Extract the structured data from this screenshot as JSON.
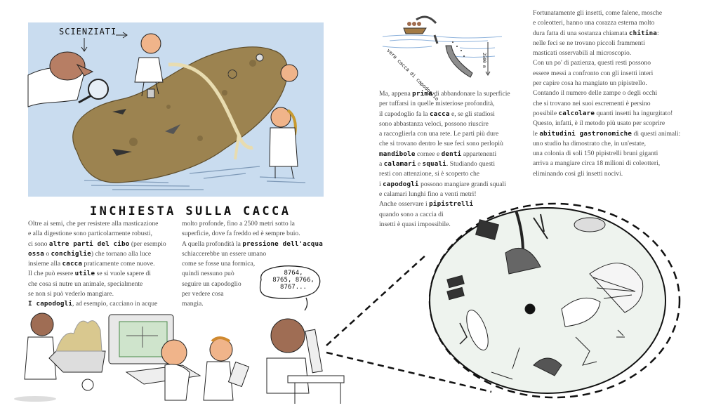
{
  "page": {
    "spread_type": "illustrated book spread",
    "background_color": "#ffffff"
  },
  "top_illustration": {
    "label": "SCIENZIATI",
    "background_color": "#c9dcef",
    "poop_color": "#9c8350",
    "description": "Scientists examining a giant dropping with magnifier, shovel and measuring tape"
  },
  "whale_illustration": {
    "caption": "vera cacca di capodoglio",
    "depth_label": "2500 m",
    "description": "Boat with people on surface, sperm whale diving"
  },
  "title": "INCHIESTA SULLA CACCA",
  "columns": {
    "left": [
      [
        {
          "t": "Oltre ai semi, che per resistere alla masticazione"
        }
      ],
      [
        {
          "t": "e alla digestione sono particolarmente robusti,"
        }
      ],
      [
        {
          "t": "ci sono "
        },
        {
          "b": "altre parti del cibo"
        },
        {
          "t": " (per esempio"
        }
      ],
      [
        {
          "b": "ossa"
        },
        {
          "t": " o "
        },
        {
          "b": "conchiglie"
        },
        {
          "t": ") che tornano alla luce"
        }
      ],
      [
        {
          "t": "insieme alla "
        },
        {
          "b": "cacca"
        },
        {
          "t": " praticamente come nuove."
        }
      ],
      [
        {
          "t": "Il che può essere "
        },
        {
          "b": "utile"
        },
        {
          "t": " se si vuole sapere di"
        }
      ],
      [
        {
          "t": "che cosa si nutre un animale, specialmente"
        }
      ],
      [
        {
          "t": "se non si può vederlo mangiare."
        }
      ],
      [
        {
          "b": "I capodogli"
        },
        {
          "t": ", ad esempio, cacciano in acque"
        }
      ]
    ],
    "middle": [
      [
        {
          "t": "molto profonde, fino a 2500 metri sotto la"
        }
      ],
      [
        {
          "t": "superficie, dove fa freddo ed è sempre buio."
        }
      ],
      [
        {
          "t": "A quella profondità la "
        },
        {
          "b": "pressione dell'acqua"
        }
      ],
      [
        {
          "t": "schiaccerebbe un essere umano"
        }
      ],
      [
        {
          "t": "come se fosse una formica,"
        }
      ],
      [
        {
          "t": "quindi nessuno può"
        }
      ],
      [
        {
          "t": "seguire un capodoglio"
        }
      ],
      [
        {
          "t": "per vedere cosa"
        }
      ],
      [
        {
          "t": "mangia."
        }
      ]
    ],
    "center": [
      [
        {
          "t": "Ma, appena "
        },
        {
          "b": "prima"
        },
        {
          "t": " di abbandonare la superficie"
        }
      ],
      [
        {
          "t": "per tuffarsi in quelle misteriose profondità,"
        }
      ],
      [
        {
          "t": "il capodoglio fa la "
        },
        {
          "b": "cacca"
        },
        {
          "t": " e, se gli studiosi"
        }
      ],
      [
        {
          "t": "sono abbastanza veloci, possono riuscire"
        }
      ],
      [
        {
          "t": "a raccoglierla con una rete. Le parti più dure"
        }
      ],
      [
        {
          "t": "che si trovano dentro le sue feci sono perlopiù"
        }
      ],
      [
        {
          "b": "mandibole"
        },
        {
          "t": " cornee e "
        },
        {
          "b": "denti"
        },
        {
          "t": " appartenenti"
        }
      ],
      [
        {
          "t": "a "
        },
        {
          "b": "calamari"
        },
        {
          "t": " e "
        },
        {
          "b": "squali"
        },
        {
          "t": ". Studiando questi"
        }
      ],
      [
        {
          "t": "resti con attenzione, si è scoperto che"
        }
      ],
      [
        {
          "t": "i "
        },
        {
          "b": "capodogli"
        },
        {
          "t": " possono mangiare grandi squali"
        }
      ],
      [
        {
          "t": "e calamari lunghi fino a venti metri!"
        }
      ],
      [
        {
          "t": "Anche osservare i "
        },
        {
          "b": "pipistrelli"
        }
      ],
      [
        {
          "t": "quando sono a caccia di"
        }
      ],
      [
        {
          "t": "insetti è quasi impossibile."
        }
      ]
    ],
    "right": [
      [
        {
          "t": "Fortunatamente gli insetti, come falene, mosche"
        }
      ],
      [
        {
          "t": "e coleotteri, hanno una corazza esterna molto"
        }
      ],
      [
        {
          "t": "dura fatta di una sostanza chiamata "
        },
        {
          "b": "chitina"
        },
        {
          "t": ":"
        }
      ],
      [
        {
          "t": "nelle feci se ne trovano piccoli frammenti"
        }
      ],
      [
        {
          "t": "masticati osservabili al microscopio."
        }
      ],
      [
        {
          "t": "Con un po' di pazienza, questi resti possono"
        }
      ],
      [
        {
          "t": "essere messi a confronto con gli insetti interi"
        }
      ],
      [
        {
          "t": "per capire cosa ha mangiato un pipistrello."
        }
      ],
      [
        {
          "t": "Contando il numero delle zampe o degli occhi"
        }
      ],
      [
        {
          "t": "che si trovano nei suoi escrementi è persino"
        }
      ],
      [
        {
          "t": "possibile "
        },
        {
          "b": "calcolare"
        },
        {
          "t": " quanti insetti ha ingurgitato!"
        }
      ],
      [
        {
          "t": "Questo, infatti, è il metodo più usato per scoprire"
        }
      ],
      [
        {
          "t": "le "
        },
        {
          "b": "abitudini gastronomiche"
        },
        {
          "t": " di questi animali:"
        }
      ],
      [
        {
          "t": "uno studio ha dimostrato che, in un'estate,"
        }
      ],
      [
        {
          "t": "una colonia di soli 150 pipistrelli bruni giganti"
        }
      ],
      [
        {
          "t": "arriva a mangiare circa 18 milioni di coleotteri,"
        }
      ],
      [
        {
          "t": "eliminando così gli insetti nocivi."
        }
      ]
    ]
  },
  "lab_illustration": {
    "speech_bubble": [
      "8764,",
      "8765, 8766,",
      "8767..."
    ],
    "description": "Scientists with wheelbarrow, computer, clipboard and microscope"
  },
  "microscope_view": {
    "background_color": "#eef3ee",
    "description": "Magnified circle showing insect fragments: wings, legs, antennae"
  }
}
